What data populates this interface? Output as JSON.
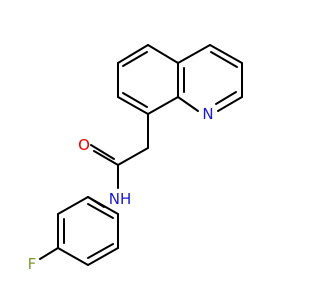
{
  "atoms": {
    "nitrogen_ring": "N",
    "oxygen": "O",
    "amide_nh": "NH",
    "fluorine": "F"
  },
  "colors": {
    "nitrogen": "#1a1acc",
    "oxygen": "#e60000",
    "fluorine": "#7a9a2a",
    "bond": "#000000",
    "background": "#ffffff"
  }
}
